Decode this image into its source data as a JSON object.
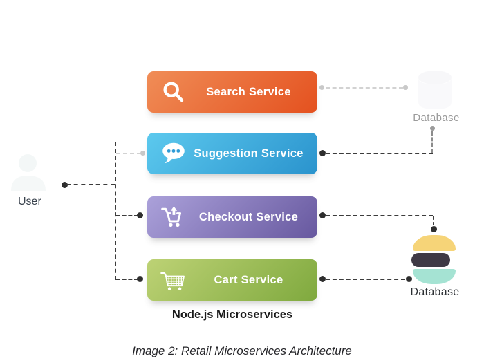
{
  "diagram": {
    "user": {
      "label": "User"
    },
    "services": [
      {
        "id": "search",
        "label": "Search Service",
        "icon": "search-icon",
        "gradient": [
          "#f08d57",
          "#e4511f"
        ]
      },
      {
        "id": "suggestion",
        "label": "Suggestion Service",
        "icon": "chat-bubble-icon",
        "gradient": [
          "#5cc9ee",
          "#2a93cd"
        ]
      },
      {
        "id": "checkout",
        "label": "Checkout Service",
        "icon": "cart-arrow-up-icon",
        "gradient": [
          "#aba1da",
          "#67589f"
        ]
      },
      {
        "id": "cart",
        "label": "Cart Service",
        "icon": "shopping-cart-icon",
        "gradient": [
          "#bdd275",
          "#7fa93e"
        ]
      }
    ],
    "databases": {
      "top": {
        "label": "Database",
        "style": "faded",
        "text_color": "#9b9b9b"
      },
      "bottom": {
        "label": "Database",
        "logo": "elasticsearch-logo",
        "logo_colors": [
          "#f6d478",
          "#3f3945",
          "#a5e3d3"
        ],
        "text_color": "#2b2f33"
      }
    },
    "connections": [
      {
        "from": "user",
        "to": "services-trunk",
        "style": "dark-dashed"
      },
      {
        "from": "services-trunk",
        "to": "suggestion-service",
        "style": "light-dashed"
      },
      {
        "from": "services-trunk",
        "to": "checkout-service",
        "style": "dark-dashed"
      },
      {
        "from": "services-trunk",
        "to": "cart-service",
        "style": "dark-dashed"
      },
      {
        "from": "search-service",
        "to": "database-top",
        "style": "light-dashed"
      },
      {
        "from": "suggestion-service",
        "to": "database-top",
        "style": "dark-dashed"
      },
      {
        "from": "checkout-service",
        "to": "database-bottom",
        "style": "dark-dashed"
      },
      {
        "from": "cart-service",
        "to": "database-bottom",
        "style": "dark-dashed"
      }
    ],
    "footer": {
      "title": "Node.js Microservices",
      "caption": "Image 2: Retail Microservices Architecture"
    }
  }
}
